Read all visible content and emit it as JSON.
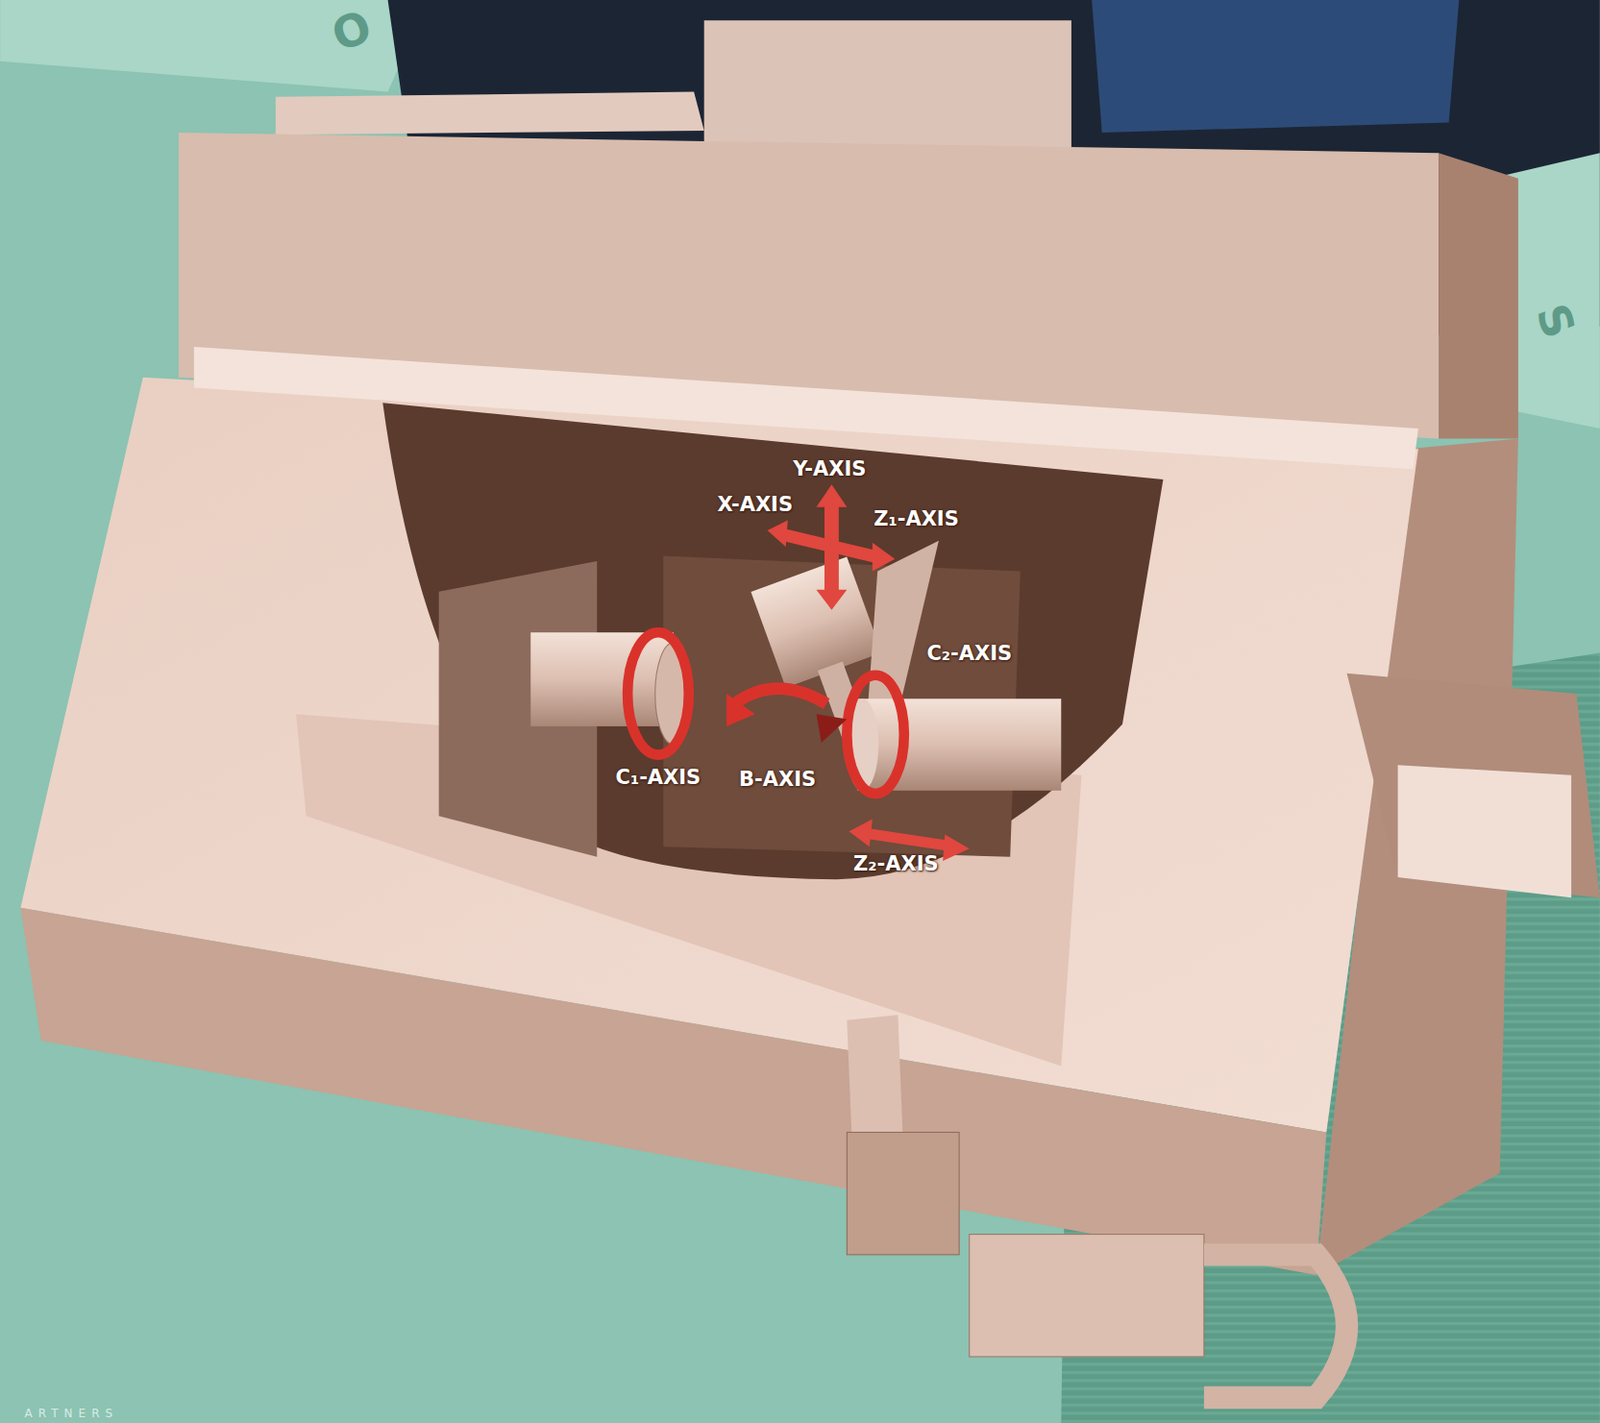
{
  "diagram": {
    "labels": [
      "Y-AXIS",
      "X-AXIS",
      "Z₁-AXIS",
      "C₂-AXIS",
      "C₁-AXIS",
      "B-AXIS",
      "Z₂-AXIS",
      "O",
      "S",
      "ARTNERS"
    ]
  }
}
